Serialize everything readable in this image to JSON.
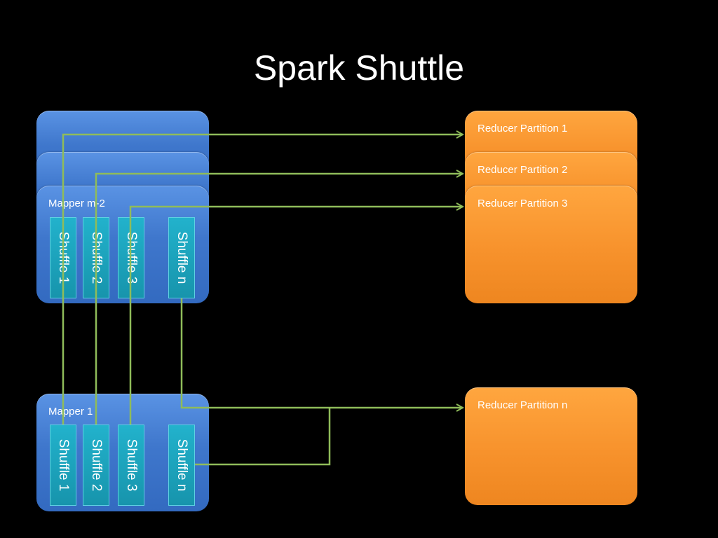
{
  "title": "Spark Shuttle",
  "mappers": {
    "top_label": "Mapper m-2",
    "bottom_label": "Mapper 1",
    "shuffles": [
      "Shuffle 1",
      "Shuffle 2",
      "Shuffle 3",
      "Shuffle n"
    ]
  },
  "reducers": {
    "partition_1": "Reducer  Partition 1",
    "partition_2": "Reducer Partition 2",
    "partition_3": "Reducer Partition 3",
    "partition_n": "Reducer Partition n"
  },
  "colors": {
    "mapper": "#3f77cc",
    "reducer": "#f7922c",
    "shuffle": "#1ba2bb",
    "arrow": "#8fbc5a"
  }
}
